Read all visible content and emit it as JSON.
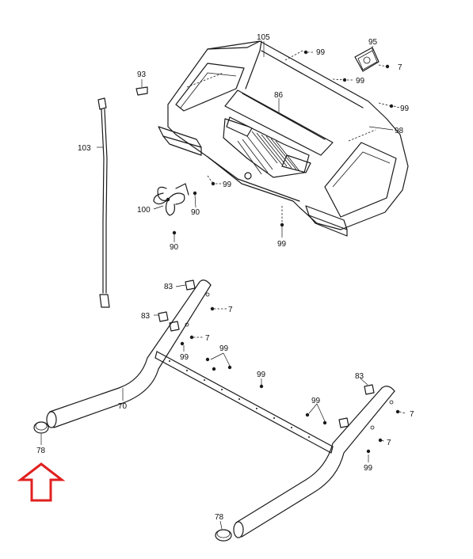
{
  "labels": {
    "p105": "105",
    "p95": "95",
    "p99a": "99",
    "p7a": "7",
    "p99b": "99",
    "p93": "93",
    "p86": "86",
    "p99c": "99",
    "p98": "98",
    "p103": "103",
    "p99d": "99",
    "p100": "100",
    "p90a": "90",
    "p90b": "90",
    "p99e": "99",
    "p83a": "83",
    "p7b": "7",
    "p83b": "83",
    "p7c": "7",
    "p99f": "99",
    "p99g": "99",
    "p99h": "99",
    "p83c": "83",
    "p70": "70",
    "p99i": "99",
    "p7d": "7",
    "p7e": "7",
    "p99j": "99",
    "p78a": "78",
    "p78b": "78"
  },
  "colors": {
    "line": "#1a1a1a",
    "highlight_arrow": "#e02020"
  },
  "icons": {
    "highlight": "up-arrow-icon"
  }
}
